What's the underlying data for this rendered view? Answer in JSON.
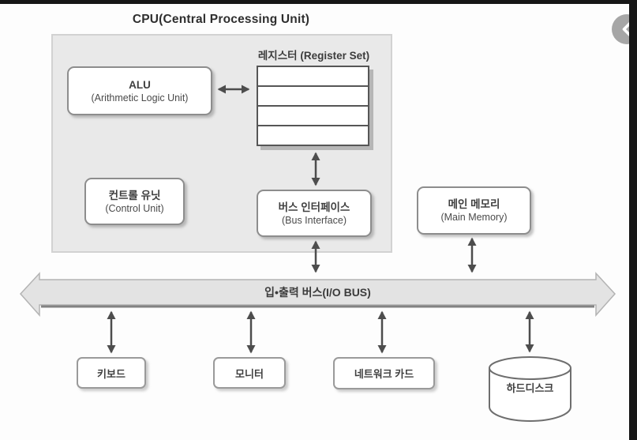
{
  "title": "CPU(Central Processing Unit)",
  "cpu": {
    "alu": {
      "name": "ALU",
      "subtitle": "(Arithmetic Logic Unit)"
    },
    "register": {
      "label": "레지스터 (Register Set)",
      "row_count": 4
    },
    "control_unit": {
      "name": "컨트롤 유닛",
      "subtitle": "(Control Unit)"
    },
    "bus_interface": {
      "name": "버스 인터페이스",
      "subtitle": "(Bus Interface)"
    }
  },
  "main_memory": {
    "name": "메인 메모리",
    "subtitle": "(Main Memory)"
  },
  "io_bus": {
    "label": "입•출력 버스(I/O BUS)"
  },
  "devices": {
    "keyboard": {
      "label": "키보드"
    },
    "monitor": {
      "label": "모니터"
    },
    "network_card": {
      "label": "네트워크 카드"
    },
    "hard_disk": {
      "label": "하드디스크"
    }
  },
  "colors": {
    "frame_bar": "#161616",
    "cpu_box_fill": "#e9e9e9",
    "bus_fill": "#e3e3e3",
    "arrow": "#4d4d4d",
    "back_circle": "#a6a6a6"
  }
}
